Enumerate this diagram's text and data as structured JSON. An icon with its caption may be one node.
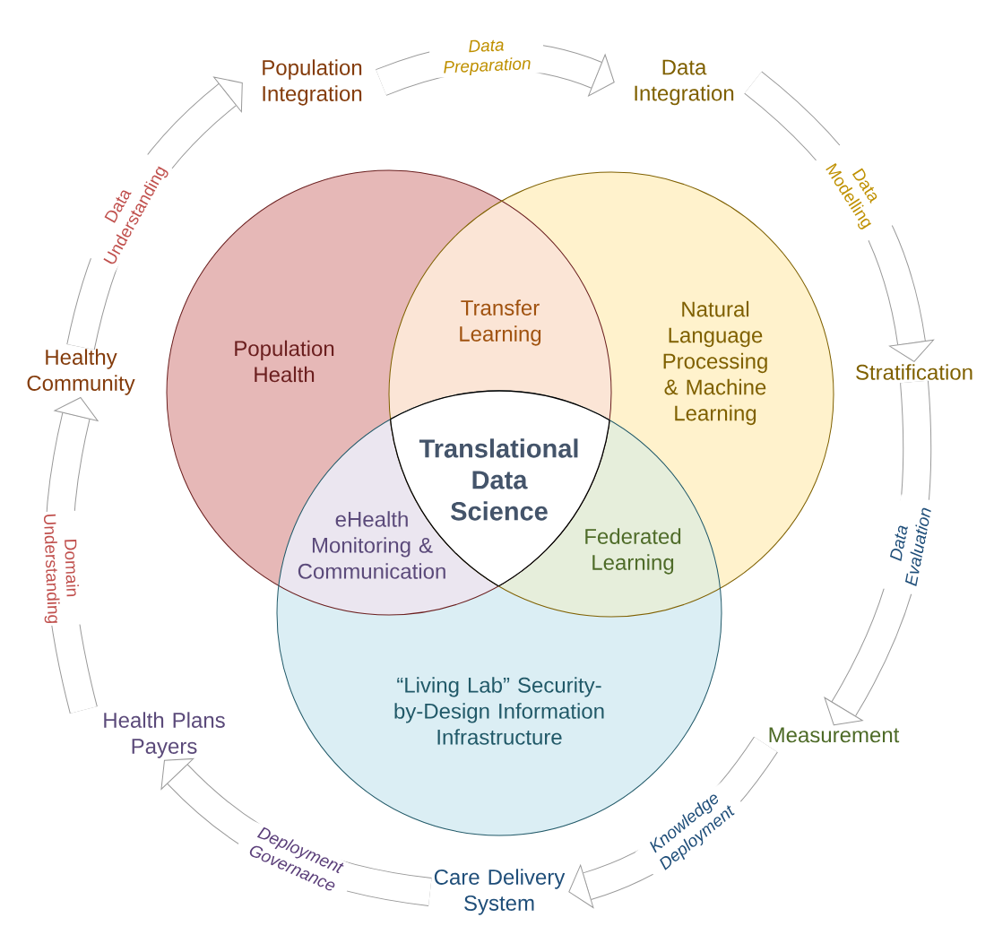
{
  "diagram": {
    "nodes": [
      {
        "text": [
          "Population Integration"
        ]
      },
      {
        "text": [
          "Data Integration"
        ]
      },
      {
        "text": [
          "Stratification"
        ]
      },
      {
        "text": [
          "Measurement"
        ]
      },
      {
        "text": [
          "Care Delivery System"
        ]
      },
      {
        "text": [
          "Health Plans Payers"
        ]
      },
      {
        "text": [
          "Healthy Community"
        ]
      },
      {
        "text": [
          "Population Health"
        ]
      },
      {
        "text": [
          "Natural Language Processing & Machine Learning"
        ]
      },
      {
        "text": [
          "“Living Lab” Security-by-Design Information Infrastructure"
        ]
      },
      {
        "text": [
          "Transfer Learning"
        ]
      },
      {
        "text": [
          "eHealth Monitoring & Communication"
        ]
      },
      {
        "text": [
          "Federated Learning"
        ]
      },
      {
        "text": [
          "Translational Data Science"
        ]
      }
    ],
    "edges": [
      {
        "from": 6,
        "to": 0,
        "arrow": "to",
        "label": "Data Understanding"
      },
      {
        "from": 0,
        "to": 1,
        "arrow": "to",
        "label": "Data Preparation"
      },
      {
        "from": 1,
        "to": 2,
        "arrow": "to",
        "label": "Data Modelling"
      },
      {
        "from": 2,
        "to": 3,
        "arrow": "to",
        "label": "Data Evaluation"
      },
      {
        "from": 3,
        "to": 4,
        "arrow": "to",
        "label": "Knowledge Deployment"
      },
      {
        "from": 4,
        "to": 5,
        "arrow": "to",
        "label": "Deployment Governance"
      },
      {
        "from": 5,
        "to": 6,
        "arrow": "to",
        "label": "Domain Understanding"
      }
    ]
  }
}
